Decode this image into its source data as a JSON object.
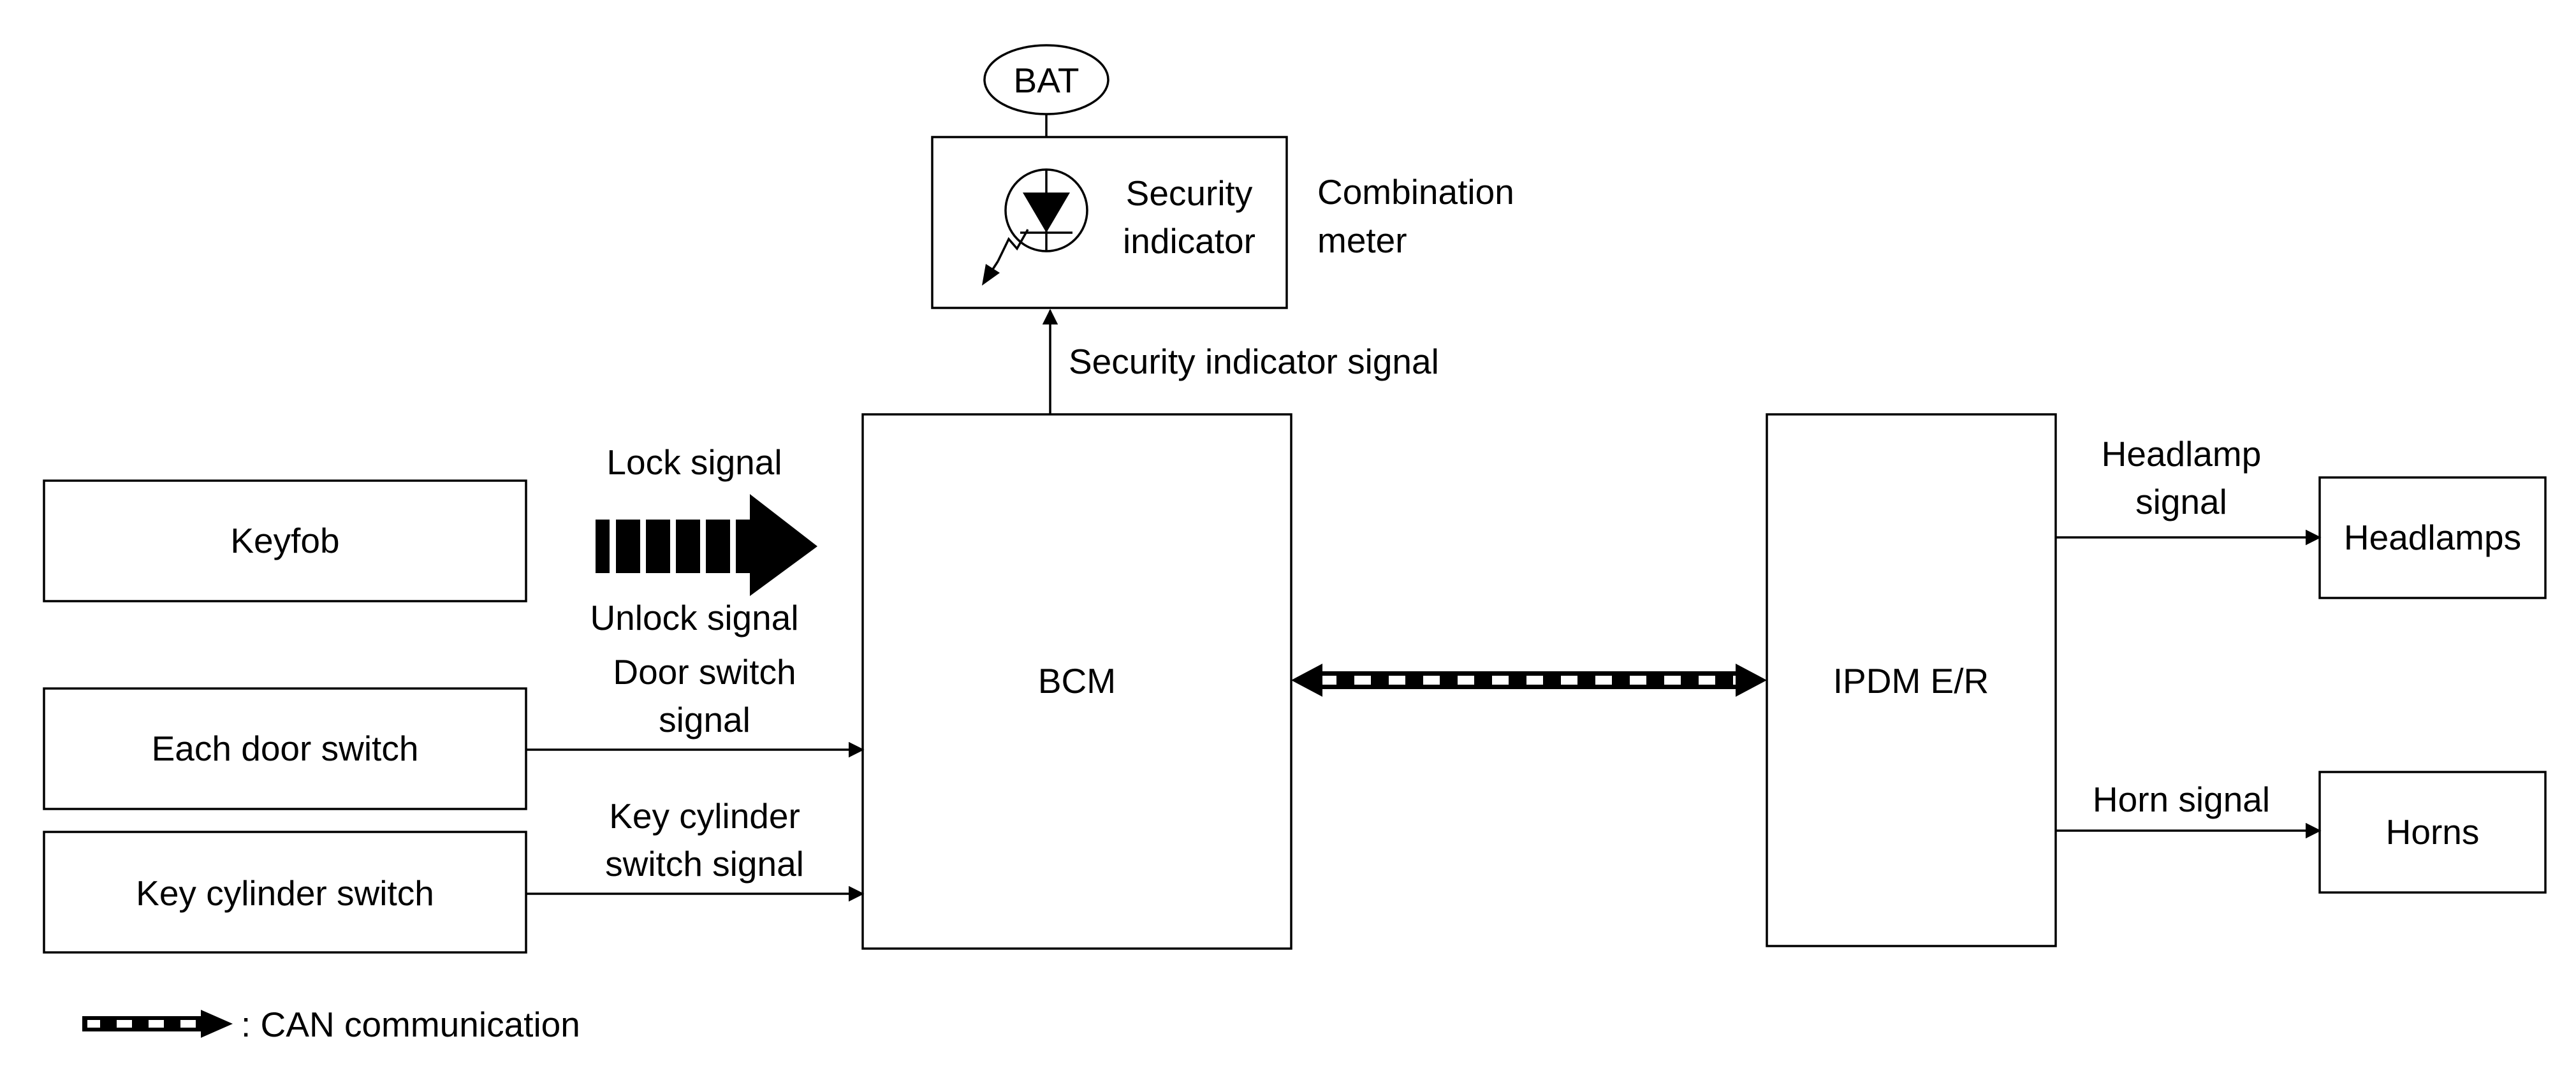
{
  "diagram": {
    "nodes": {
      "bat": "BAT",
      "security_indicator": [
        "Security",
        "indicator"
      ],
      "combination_meter": [
        "Combination",
        "meter"
      ],
      "bcm": "BCM",
      "ipdm": "IPDM E/R",
      "keyfob": "Keyfob",
      "each_door_switch": "Each door switch",
      "key_cylinder_switch": "Key cylinder switch",
      "headlamps": "Headlamps",
      "horns": "Horns"
    },
    "signals": {
      "security_indicator_signal": "Security indicator signal",
      "lock_signal": "Lock signal",
      "unlock_signal": "Unlock signal",
      "door_switch_signal": [
        "Door switch",
        "signal"
      ],
      "key_cylinder_switch_signal": [
        "Key cylinder",
        "switch signal"
      ],
      "headlamp_signal": [
        "Headlamp",
        "signal"
      ],
      "horn_signal": "Horn signal"
    },
    "legend": {
      "can": ": CAN communication"
    }
  }
}
